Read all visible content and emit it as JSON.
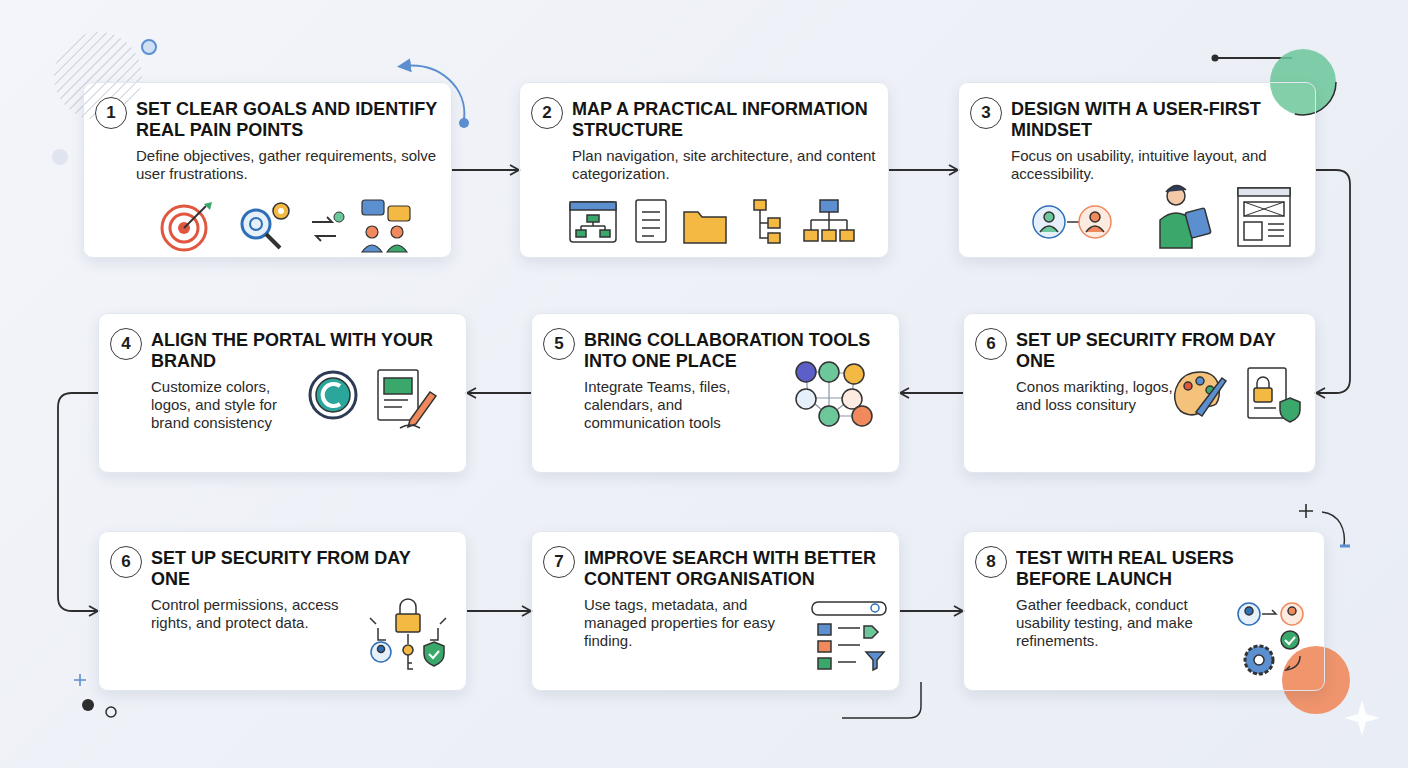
{
  "diagram": {
    "nodes": [
      {
        "text": [
          "1",
          "SET CLEAR GOALS AND IDENTIFY REAL PAIN POINTS",
          "Define objectives, gather requirements, solve user frustrations."
        ]
      },
      {
        "text": [
          "2",
          "MAP A PRACTICAL INFORMATION STRUCTURE",
          "Plan navigation, site architecture, and content categorization."
        ]
      },
      {
        "text": [
          "3",
          "DESIGN WITH A USER-FIRST MINDSET",
          "Focus on usability, intuitive layout, and accessibility."
        ]
      },
      {
        "text": [
          "4",
          "ALIGN THE PORTAL WITH YOUR BRAND",
          "Customize colors, logos, and style for brand consistency"
        ]
      },
      {
        "text": [
          "5",
          "BRING COLLABORATION TOOLS INTO ONE PLACE",
          "Integrate Teams, files, calendars, and communication tools"
        ]
      },
      {
        "text": [
          "6",
          "SET UP SECURITY FROM DAY ONE",
          "Conos marikting, logos, and loss consitury"
        ]
      },
      {
        "text": [
          "6",
          "SET UP SECURITY FROM DAY ONE",
          "Control permissions, access rights, and protect data."
        ]
      },
      {
        "text": [
          "7",
          "IMPROVE SEARCH WITH BETTER CONTENT ORGANISATION",
          "Use tags, metadata, and managed properties for easy finding."
        ]
      },
      {
        "text": [
          "8",
          "TEST WITH REAL USERS BEFORE LAUNCH",
          "Gather feedback, conduct usability testing, and make refinements."
        ]
      }
    ],
    "edges": [
      {
        "from": 0,
        "to": 1,
        "arrow": "to"
      },
      {
        "from": 1,
        "to": 2,
        "arrow": "to"
      },
      {
        "from": 2,
        "to": 5,
        "arrow": "to"
      },
      {
        "from": 5,
        "to": 4,
        "arrow": "to"
      },
      {
        "from": 4,
        "to": 3,
        "arrow": "to"
      },
      {
        "from": 3,
        "to": 6,
        "arrow": "to"
      },
      {
        "from": 6,
        "to": 7,
        "arrow": "to"
      },
      {
        "from": 7,
        "to": 8,
        "arrow": "to"
      }
    ]
  }
}
